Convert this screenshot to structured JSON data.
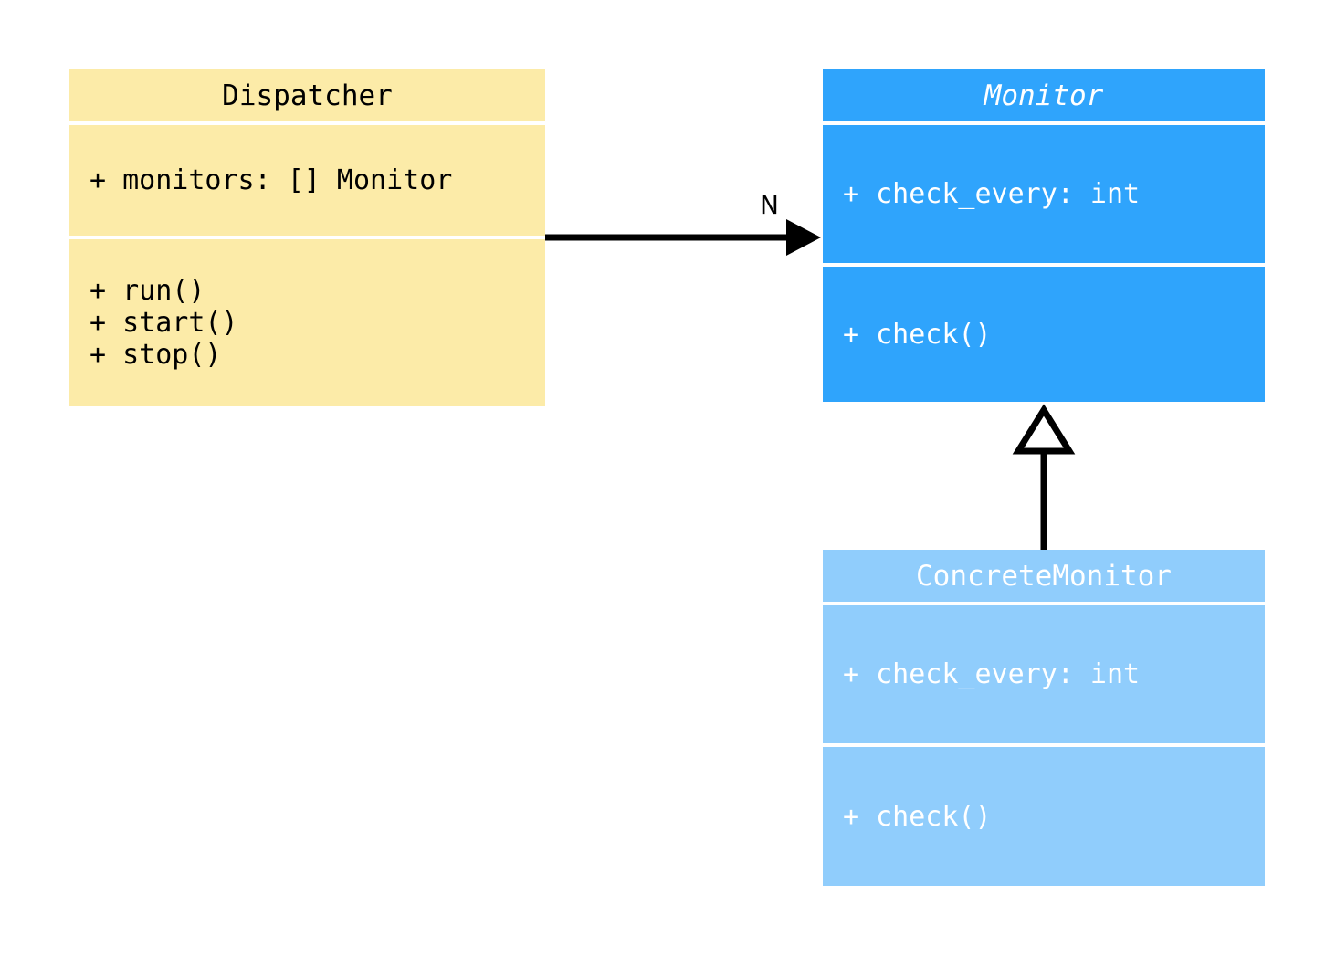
{
  "diagram": {
    "type": "uml-class-diagram",
    "background": "#ffffff",
    "classes": [
      {
        "id": "dispatcher",
        "name": "Dispatcher",
        "abstract": false,
        "fill": "#fceba8",
        "text_color": "#000000",
        "attributes": [
          "+ monitors: [] Monitor"
        ],
        "operations": [
          "+ run()",
          "+ start()",
          "+ stop()"
        ]
      },
      {
        "id": "monitor",
        "name": "Monitor",
        "abstract": true,
        "fill": "#2fa4fc",
        "text_color": "#ffffff",
        "attributes": [
          "+ check_every: int"
        ],
        "operations": [
          "+ check()"
        ]
      },
      {
        "id": "concrete_monitor",
        "name": "ConcreteMonitor",
        "abstract": false,
        "fill": "#90cdfc",
        "text_color": "#ffffff",
        "attributes": [
          "+ check_every: int"
        ],
        "operations": [
          "+ check()"
        ]
      }
    ],
    "relationships": [
      {
        "id": "dispatcher-to-monitor",
        "kind": "association",
        "from": "Dispatcher",
        "to": "Monitor",
        "arrowhead": "filled-arrow",
        "label": "N",
        "line_color": "#000000"
      },
      {
        "id": "concrete-to-monitor",
        "kind": "generalization",
        "from": "ConcreteMonitor",
        "to": "Monitor",
        "arrowhead": "hollow-triangle",
        "label": "",
        "line_color": "#000000"
      }
    ]
  }
}
